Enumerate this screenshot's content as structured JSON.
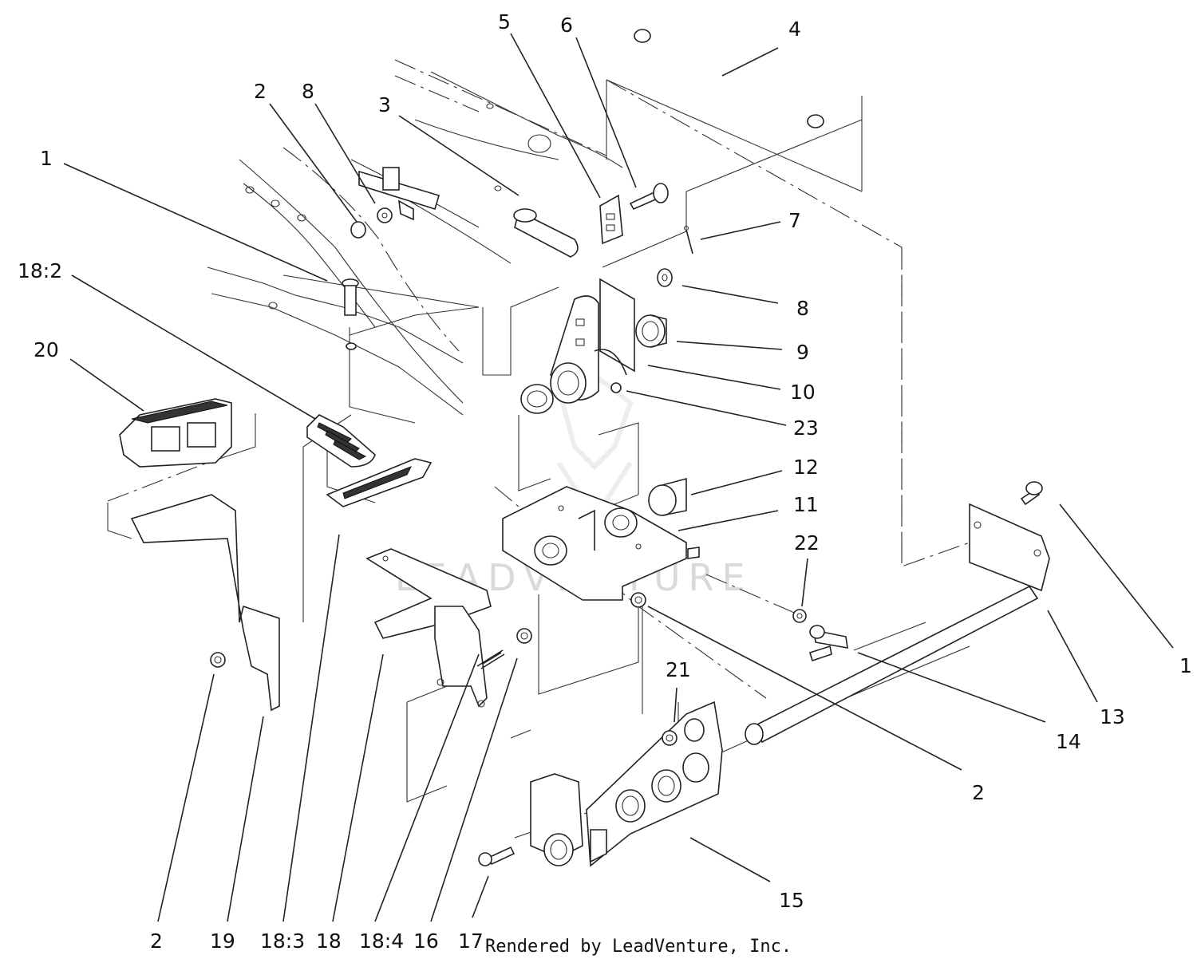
{
  "diagram": {
    "callouts": [
      {
        "id": "c1a",
        "text": "1"
      },
      {
        "id": "c2a",
        "text": "2"
      },
      {
        "id": "c8a",
        "text": "8"
      },
      {
        "id": "c3",
        "text": "3"
      },
      {
        "id": "c5",
        "text": "5"
      },
      {
        "id": "c6",
        "text": "6"
      },
      {
        "id": "c4",
        "text": "4"
      },
      {
        "id": "c7",
        "text": "7"
      },
      {
        "id": "c8b",
        "text": "8"
      },
      {
        "id": "c9",
        "text": "9"
      },
      {
        "id": "c10",
        "text": "10"
      },
      {
        "id": "c23",
        "text": "23"
      },
      {
        "id": "c12",
        "text": "12"
      },
      {
        "id": "c11",
        "text": "11"
      },
      {
        "id": "c22",
        "text": "22"
      },
      {
        "id": "c1b",
        "text": "1"
      },
      {
        "id": "c13",
        "text": "13"
      },
      {
        "id": "c14",
        "text": "14"
      },
      {
        "id": "c2b",
        "text": "2"
      },
      {
        "id": "c21",
        "text": "21"
      },
      {
        "id": "c15",
        "text": "15"
      },
      {
        "id": "c18_2",
        "text": "18:2"
      },
      {
        "id": "c20",
        "text": "20"
      },
      {
        "id": "c2c",
        "text": "2"
      },
      {
        "id": "c19",
        "text": "19"
      },
      {
        "id": "c18_3",
        "text": "18:3"
      },
      {
        "id": "c18",
        "text": "18"
      },
      {
        "id": "c18_4",
        "text": "18:4"
      },
      {
        "id": "c16",
        "text": "16"
      },
      {
        "id": "c17",
        "text": "17"
      }
    ],
    "footer": "Rendered by LeadVenture, Inc.",
    "watermark": "LEADVENTURE"
  }
}
